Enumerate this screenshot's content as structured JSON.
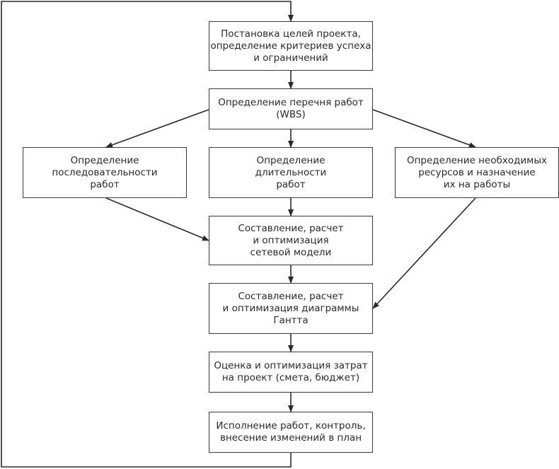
{
  "nodes": {
    "goals": {
      "lines": [
        "Постановка целей проекта,",
        "определение критериев успеха",
        "и ограничений"
      ]
    },
    "wbs": {
      "lines": [
        "Определение перечня работ",
        "(WBS)"
      ]
    },
    "sequence": {
      "lines": [
        "Определение",
        "последовательности",
        "работ"
      ]
    },
    "duration": {
      "lines": [
        "Определение",
        "длительности",
        "работ"
      ]
    },
    "resources": {
      "lines": [
        "Определение необходимых",
        "ресурсов и назначение",
        "их на работы"
      ]
    },
    "network": {
      "lines": [
        "Составление, расчет",
        "и оптимизация",
        "сетевой модели"
      ]
    },
    "gantt": {
      "lines": [
        "Составление, расчет",
        "и оптимизация диаграммы",
        "Гантта"
      ]
    },
    "costs": {
      "lines": [
        "Оценка и оптимизация затрат",
        "на проект (смета, бюджет)"
      ]
    },
    "execution": {
      "lines": [
        "Исполнение работ, контроль,",
        "внесение изменений в план"
      ]
    }
  },
  "edges": [
    [
      "goals",
      "wbs"
    ],
    [
      "wbs",
      "sequence"
    ],
    [
      "wbs",
      "duration"
    ],
    [
      "wbs",
      "resources"
    ],
    [
      "sequence",
      "network"
    ],
    [
      "duration",
      "network"
    ],
    [
      "network",
      "gantt"
    ],
    [
      "resources",
      "gantt"
    ],
    [
      "gantt",
      "costs"
    ],
    [
      "costs",
      "execution"
    ],
    [
      "execution",
      "goals"
    ]
  ]
}
